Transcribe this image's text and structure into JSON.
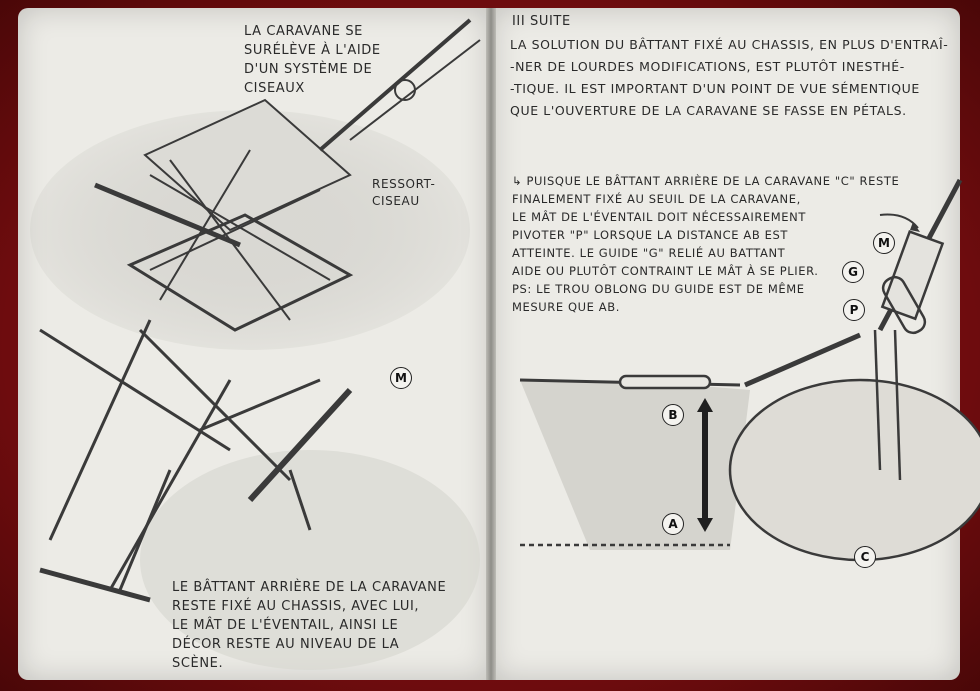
{
  "left_page": {
    "caption_top": "LA CARAVANE SE\nSURÉLÈVE À L'AIDE\nD'UN SYSTÈME DE\nCISEAUX",
    "caption_spring": "RESSORT-\nCISEAU",
    "caption_bottom": "LE BÂTTANT ARRIÈRE DE LA CARAVANE\nRESTE FIXÉ AU CHASSIS, AVEC LUI,\nLE MÂT DE L'ÉVENTAIL, AINSI LE\nDÉCOR RESTE AU NIVEAU DE LA\nSCÈNE.",
    "label_m": "M"
  },
  "right_page": {
    "header": "III SUITE",
    "paragraph": "LA SOLUTION DU BÂTTANT FIXÉ AU CHASSIS, EN PLUS D'ENTRAÎ-\n-NER DE LOURDES MODIFICATIONS, EST PLUTÔT INESTHÉ-\n-TIQUE. IL EST IMPORTANT D'UN POINT DE VUE SÉMENTIQUE\nQUE L'OUVERTURE DE LA CARAVANE SE FASSE EN PÉTALS.",
    "note": "↳ PUISQUE LE BÂTTANT ARRIÈRE DE LA CARAVANE \"C\" RESTE\nFINALEMENT FIXÉ AU SEUIL DE LA CARAVANE,\nLE MÂT DE L'ÉVENTAIL DOIT NÉCESSAIREMENT\nPIVOTER \"P\" LORSQUE LA DISTANCE AB EST\nATTEINTE. LE GUIDE \"G\" RELIÉ AU BATTANT\nAIDE OU PLUTÔT CONTRAINT LE MÂT À SE PLIER.\nPS: LE TROU OBLONG DU GUIDE EST DE MÊME\nMESURE QUE AB.",
    "labels": {
      "m": "M",
      "g": "G",
      "p": "P",
      "b": "B",
      "a": "A",
      "c": "C"
    }
  },
  "colors": {
    "cover": "#7a0e10",
    "paper": "#ecebe6",
    "graphite": "#2a2a2a"
  }
}
